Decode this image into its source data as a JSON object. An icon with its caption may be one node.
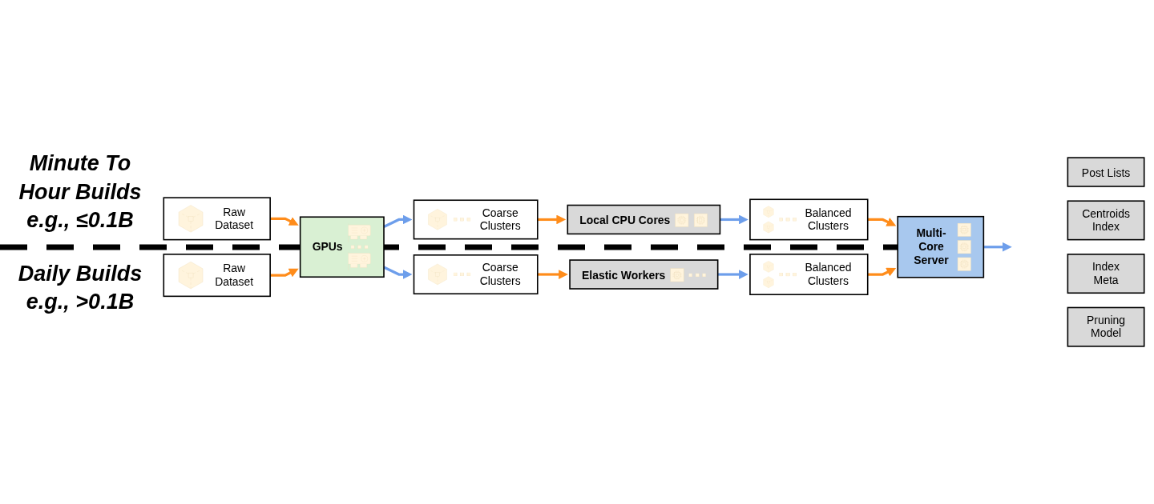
{
  "diagram": {
    "nodes": [
      {
        "text": [
          "Raw Dataset"
        ]
      },
      {
        "text": [
          "Coarse Clusters"
        ]
      },
      {
        "text": [
          "Balanced Clusters"
        ]
      },
      {
        "text": [
          "Post Lists"
        ]
      },
      {
        "text": [
          "GPUs"
        ]
      },
      {
        "text": [
          "Local CPU Cores"
        ]
      },
      {
        "text": [
          "Multi- Core Server"
        ]
      },
      {
        "text": [
          "Centroids Index"
        ]
      },
      {
        "text": [
          "Elastic Workers"
        ]
      },
      {
        "text": [
          "Index Meta"
        ]
      },
      {
        "text": [
          "Raw Dataset"
        ]
      },
      {
        "text": [
          "Coarse Clusters"
        ]
      },
      {
        "text": [
          "Balanced Clusters"
        ]
      },
      {
        "text": [
          "Pruning Model"
        ]
      }
    ],
    "edges": [
      {
        "from": 0,
        "to": 4,
        "arrow": "to"
      },
      {
        "from": 10,
        "to": 4,
        "arrow": "to"
      },
      {
        "from": 4,
        "to": 1,
        "arrow": "to",
        "color": "#6d9eeb"
      },
      {
        "from": 4,
        "to": 11,
        "arrow": "to",
        "color": "#6d9eeb"
      },
      {
        "from": 1,
        "to": 5,
        "arrow": "to"
      },
      {
        "from": 11,
        "to": 8,
        "arrow": "to"
      },
      {
        "from": 5,
        "to": 2,
        "arrow": "to",
        "color": "#6d9eeb"
      },
      {
        "from": 8,
        "to": 12,
        "arrow": "to",
        "color": "#6d9eeb"
      },
      {
        "from": 2,
        "to": 6,
        "arrow": "to"
      },
      {
        "from": 12,
        "to": 6,
        "arrow": "to"
      },
      {
        "from": 6,
        "to": null,
        "arrow": "to",
        "color": "#6d9eeb"
      }
    ],
    "labels": [
      "Minute To Hour Builds e.g., ≤0.1B",
      "Daily Builds e.g., >0.1B"
    ]
  }
}
